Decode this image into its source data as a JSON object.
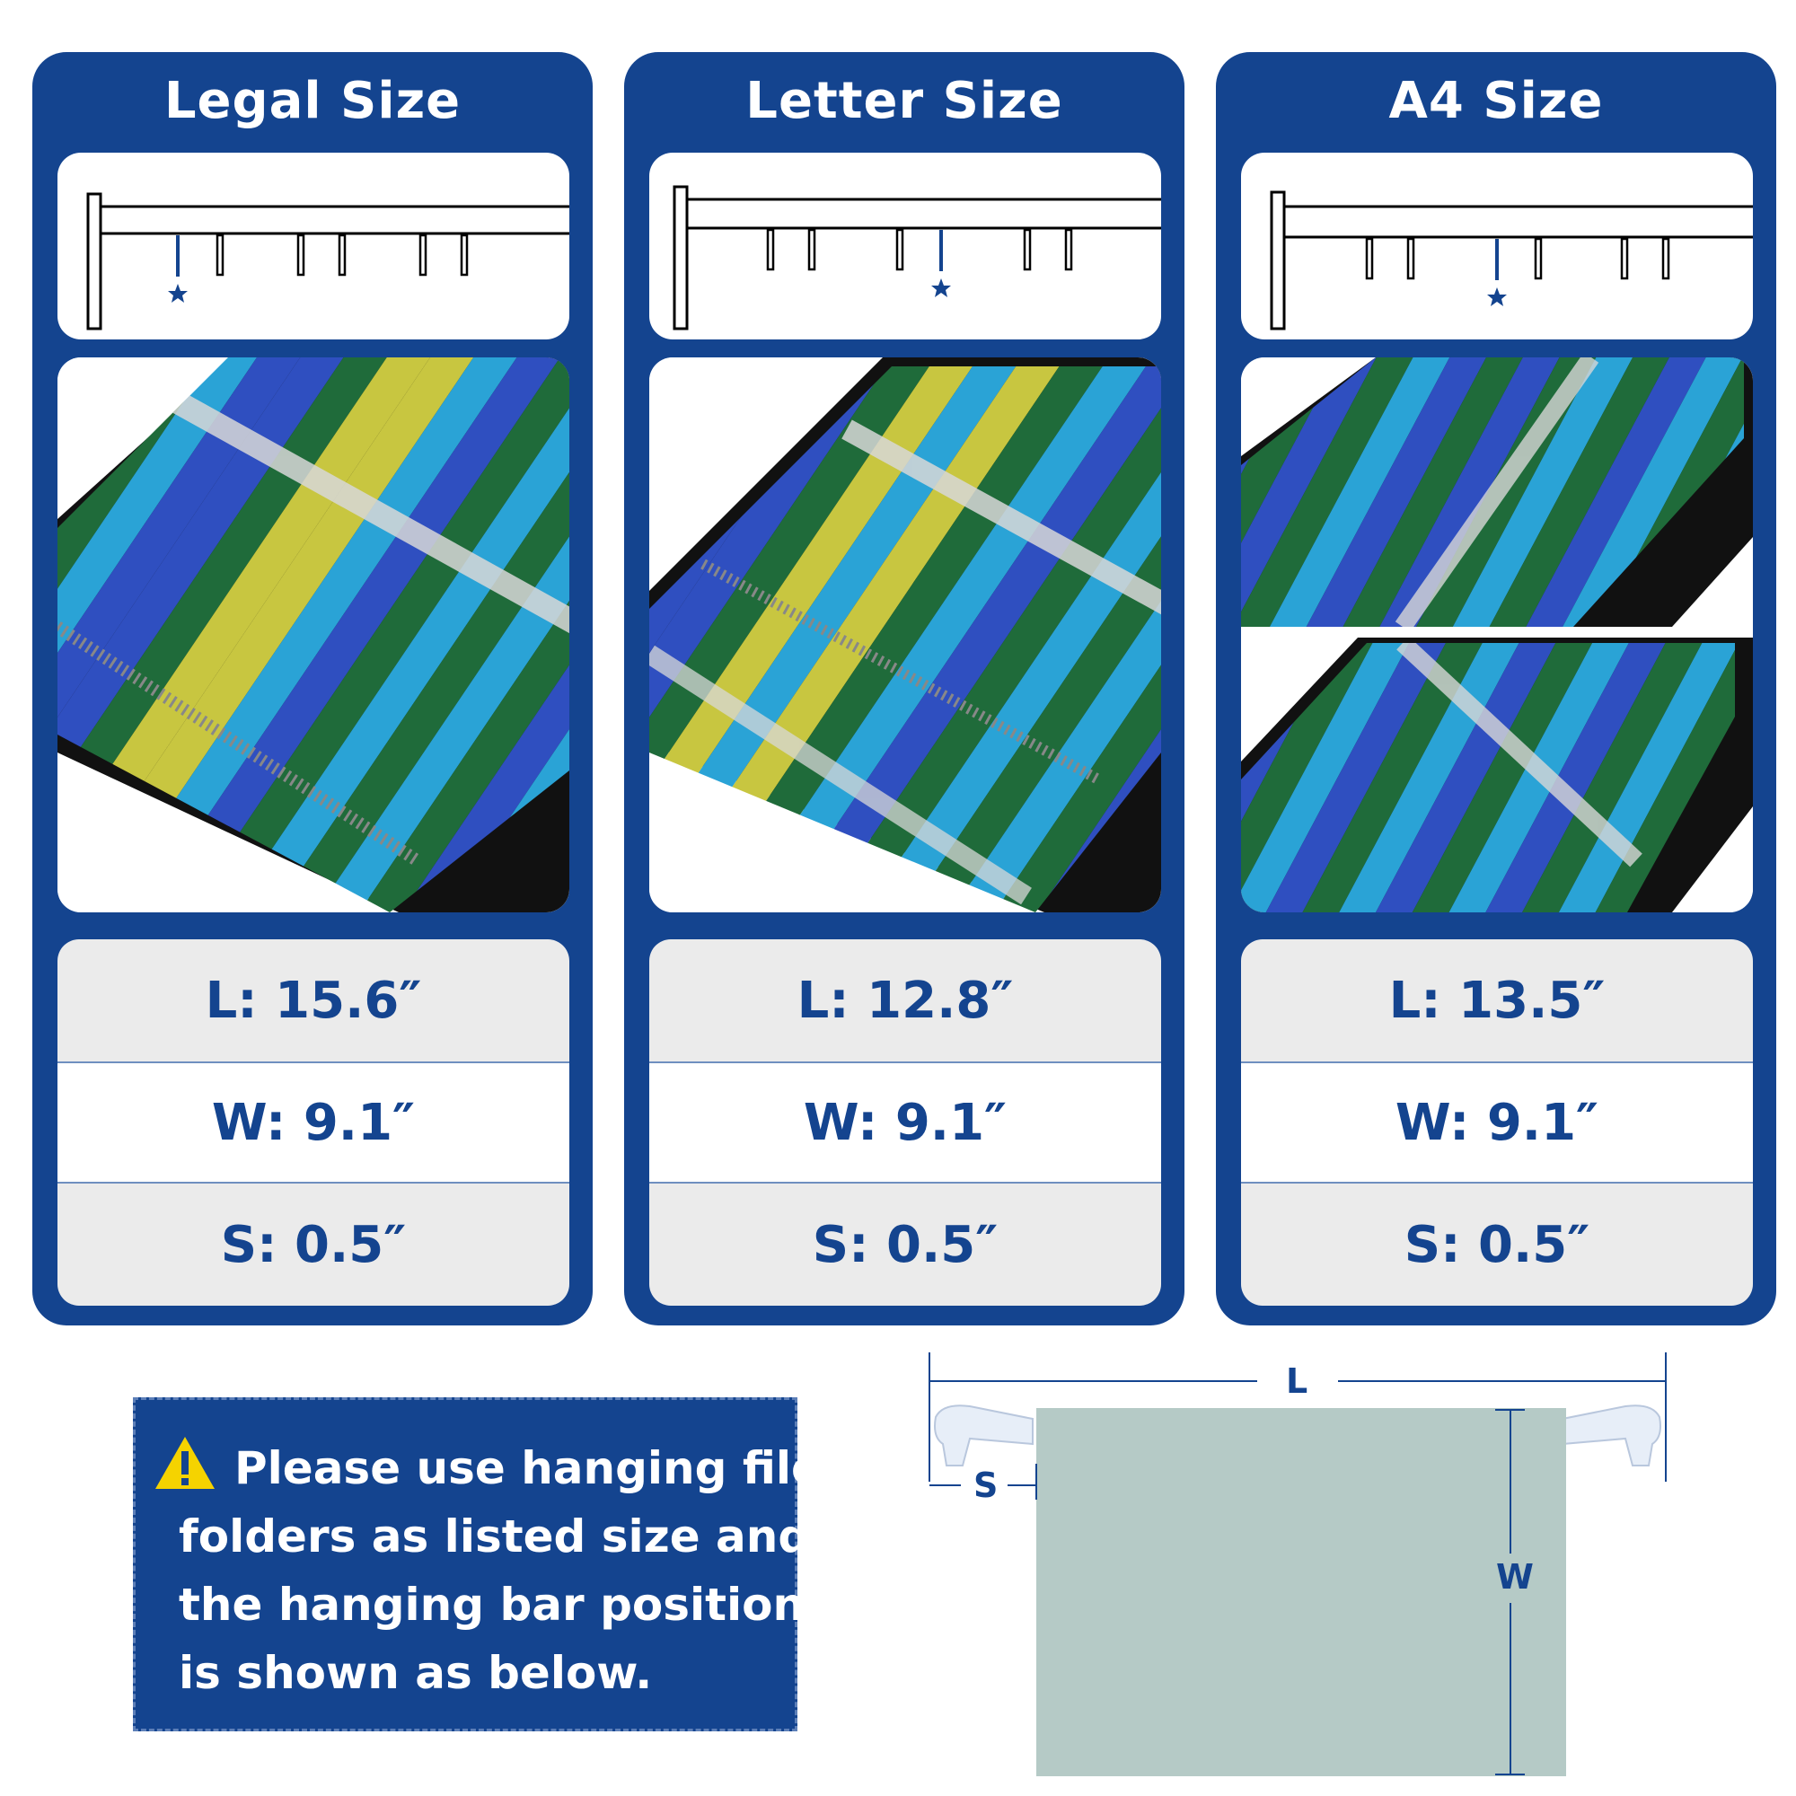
{
  "panels": [
    {
      "title": "Legal Size",
      "specs": {
        "length": "L: 15.6″",
        "width": "W: 9.1″",
        "spacing": "S: 0.5″"
      }
    },
    {
      "title": "Letter Size",
      "specs": {
        "length": "L: 12.8″",
        "width": "W: 9.1″",
        "spacing": "S: 0.5″"
      }
    },
    {
      "title": "A4 Size",
      "specs": {
        "length": "L: 13.5″",
        "width": "W: 9.1″",
        "spacing": "S: 0.5″"
      }
    }
  ],
  "notice": {
    "icon": "warning-icon",
    "lines": [
      "Please use hanging file",
      "folders as listed size and",
      "the hanging bar position",
      "is shown as below."
    ]
  },
  "diagram": {
    "length_label": "L",
    "spacing_label": "S",
    "width_label": "W"
  },
  "colors": {
    "panel_blue": "#14448f",
    "folder_green": "#b5cac6",
    "spec_gray": "#ebebeb"
  }
}
